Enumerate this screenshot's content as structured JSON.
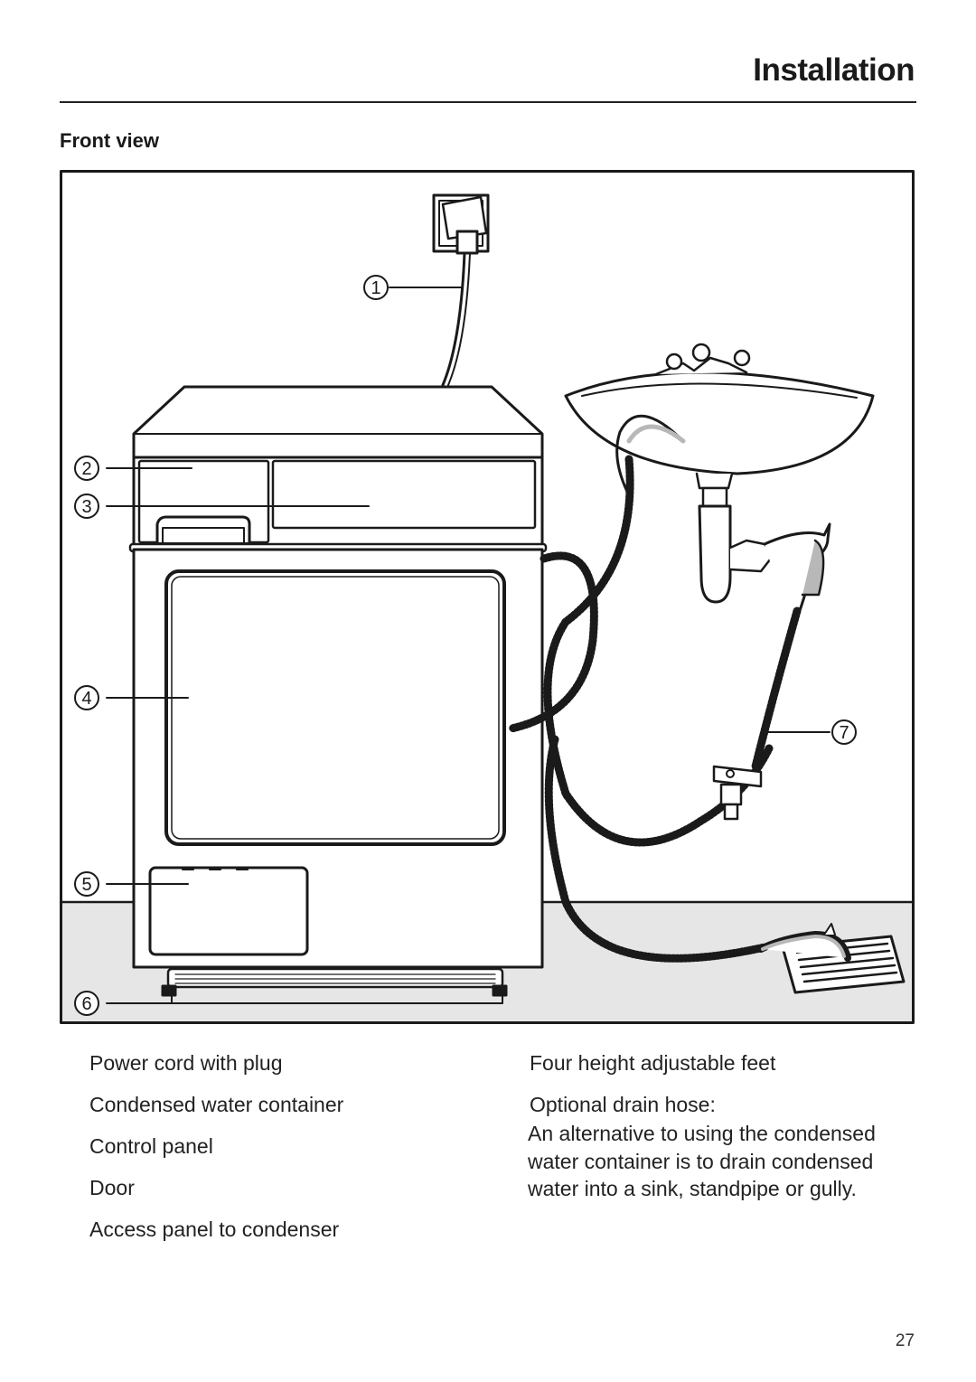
{
  "header": {
    "title": "Installation"
  },
  "section": {
    "subtitle": "Front view"
  },
  "figure": {
    "callouts": [
      "1",
      "2",
      "3",
      "4",
      "5",
      "6",
      "7"
    ]
  },
  "legend": {
    "left": [
      "Power cord with plug",
      "Condensed water container",
      "Control panel",
      "Door",
      "Access panel to condenser"
    ],
    "right": [
      "Four height adjustable feet",
      "Optional drain hose:"
    ],
    "drain_description": "An alternative to using the condensed water container is to drain condensed water into a sink, standpipe or gully."
  },
  "footer": {
    "page_number": "27"
  },
  "colors": {
    "floor": "#e6e6e6",
    "line": "#1a1a1a",
    "hose_band": "#b8b8b8"
  }
}
